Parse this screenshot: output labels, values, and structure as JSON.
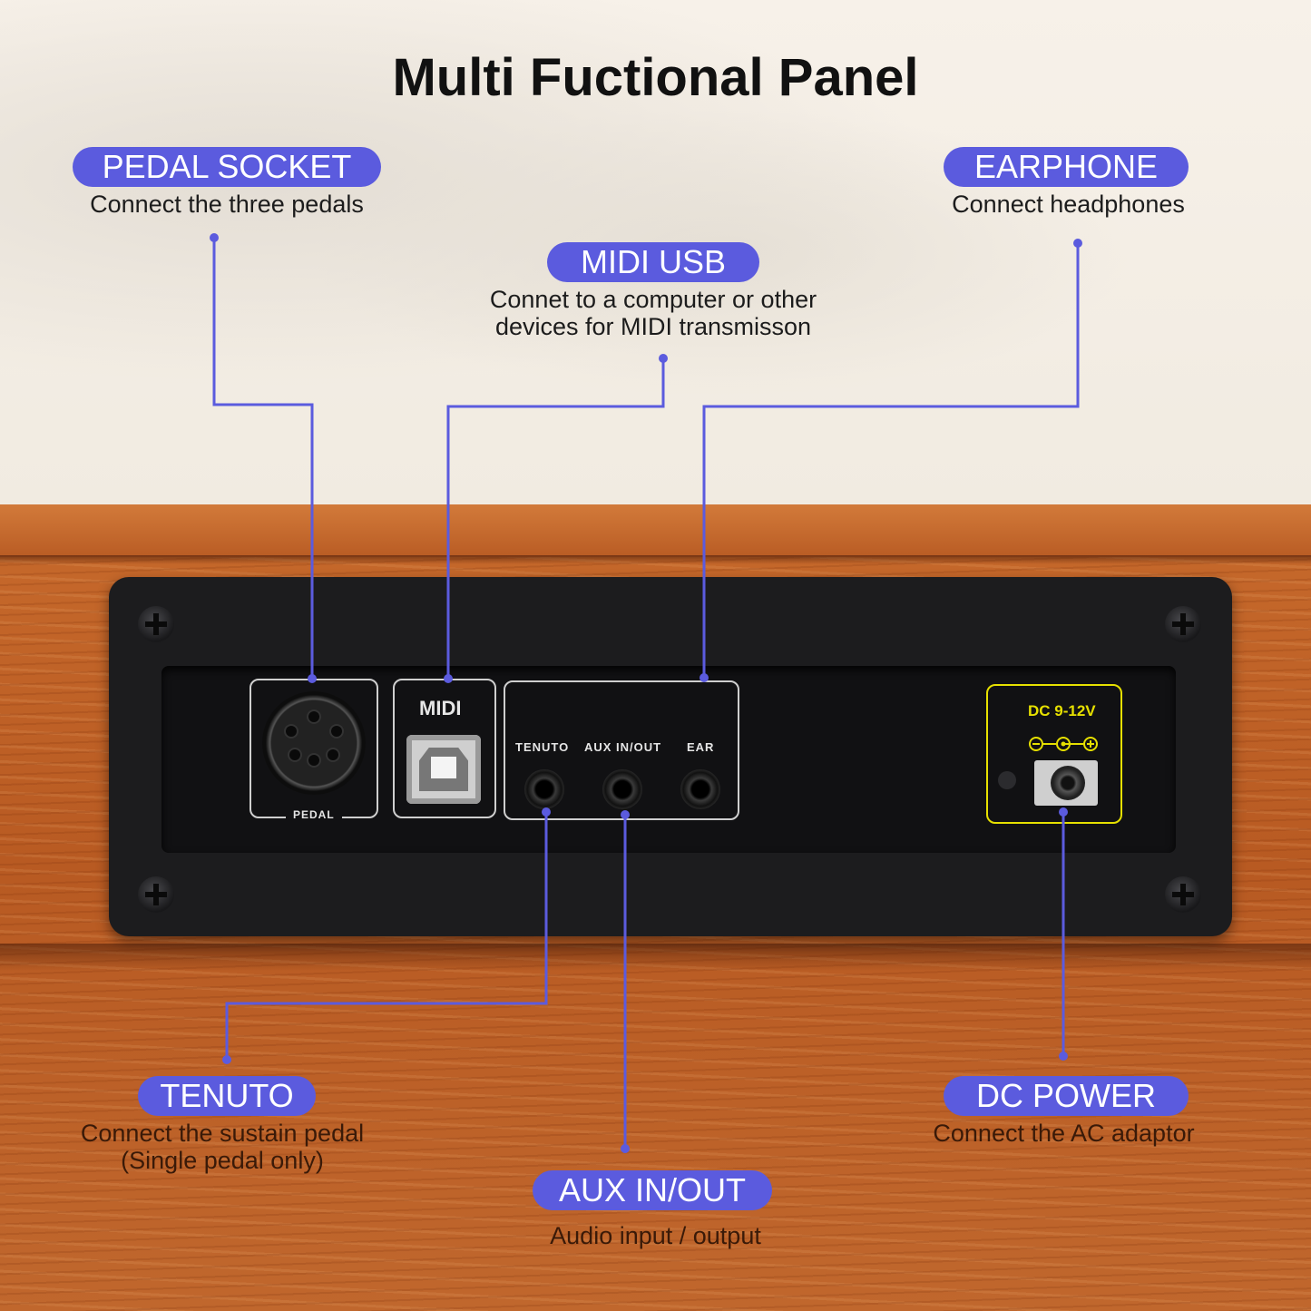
{
  "title": "Multi Fuctional Panel",
  "colors": {
    "callout_pill": "#5b5bde",
    "leader_line": "#5b5bde",
    "dc_box": "#e6e000"
  },
  "callouts": {
    "pedal_socket": {
      "label": "PEDAL SOCKET",
      "desc": [
        "Connect the three pedals"
      ]
    },
    "midi_usb": {
      "label": "MIDI USB",
      "desc": [
        "Connet to a computer or other",
        "devices for MIDI transmisson"
      ]
    },
    "earphone": {
      "label": "EARPHONE",
      "desc": [
        "Connect headphones"
      ]
    },
    "tenuto": {
      "label": "TENUTO",
      "desc": [
        "Connect the sustain pedal",
        "(Single pedal only)"
      ]
    },
    "aux": {
      "label": "AUX IN/OUT",
      "desc": [
        "Audio input / output"
      ]
    },
    "dc_power": {
      "label": "DC POWER",
      "desc": [
        "Connect the AC adaptor"
      ]
    }
  },
  "panel_labels": {
    "pedal": "PEDAL",
    "midi": "MIDI",
    "tenuto": "TENUTO",
    "aux": "AUX IN/OUT",
    "ear": "EAR",
    "dc": "DC 9-12V"
  },
  "icons": [
    "screw-icon",
    "din-socket-icon",
    "usb-b-port-icon",
    "audio-jack-icon",
    "dc-jack-icon",
    "polarity-icon"
  ]
}
